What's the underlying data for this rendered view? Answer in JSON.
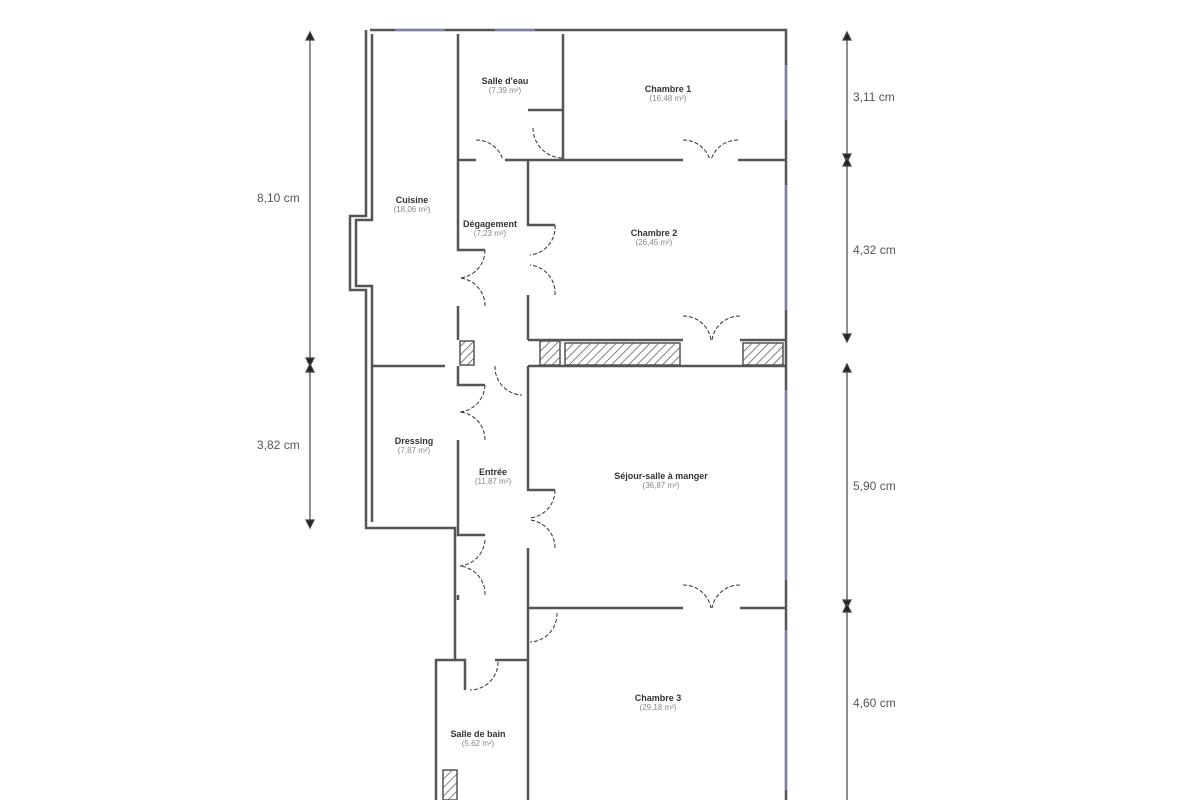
{
  "rooms": [
    {
      "name": "Salle d'eau",
      "area": "(7,39 m²)"
    },
    {
      "name": "Chambre 1",
      "area": "(16,48 m²)"
    },
    {
      "name": "Cuisine",
      "area": "(18,06 m²)"
    },
    {
      "name": "Dégagement",
      "area": "(7,23 m²)"
    },
    {
      "name": "Chambre 2",
      "area": "(26,45 m²)"
    },
    {
      "name": "Dressing",
      "area": "(7,87 m²)"
    },
    {
      "name": "Entrée",
      "area": "(11,87 m²)"
    },
    {
      "name": "Séjour-salle à manger",
      "area": "(36,87 m²)"
    },
    {
      "name": "Chambre 3",
      "area": "(29,18 m²)"
    },
    {
      "name": "Salle de bain",
      "area": "(5,62 m²)"
    }
  ],
  "dimensions": {
    "left": [
      "8,10 cm",
      "3,82 cm"
    ],
    "right": [
      "3,11 cm",
      "4,32 cm",
      "5,90 cm",
      "4,60 cm"
    ]
  },
  "colors": {
    "wall": "#555555",
    "hatch": "#555555",
    "window": "#8a8fd0",
    "label_area": "#888888"
  }
}
